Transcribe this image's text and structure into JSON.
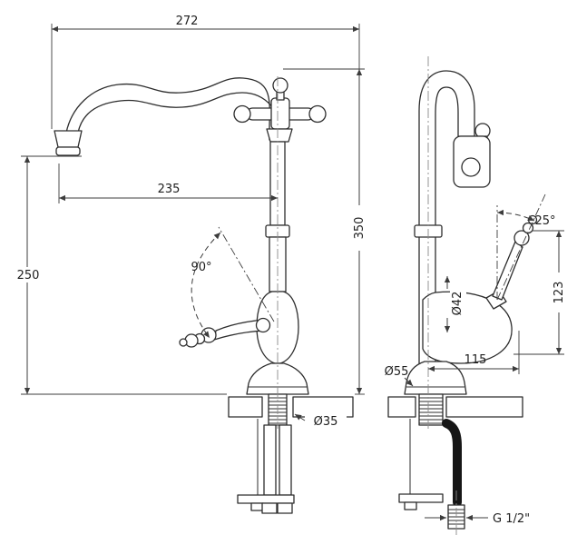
{
  "title": "Faucet dimensional drawing",
  "views": {
    "front": {
      "top_width": "272",
      "spout_reach": "235",
      "height_left": "250",
      "height_total": "350",
      "swivel_angle": "90°",
      "hole_diameter": "Ø35"
    },
    "side": {
      "handle_angle": "25°",
      "handle_height": "123",
      "body_diameter": "Ø42",
      "base_diameter": "Ø55",
      "depth": "115",
      "thread": "G 1/2\""
    }
  },
  "colors": {
    "outline": "#2d2d2d",
    "dimension": "#3c3c3c",
    "background": "#ffffff"
  }
}
